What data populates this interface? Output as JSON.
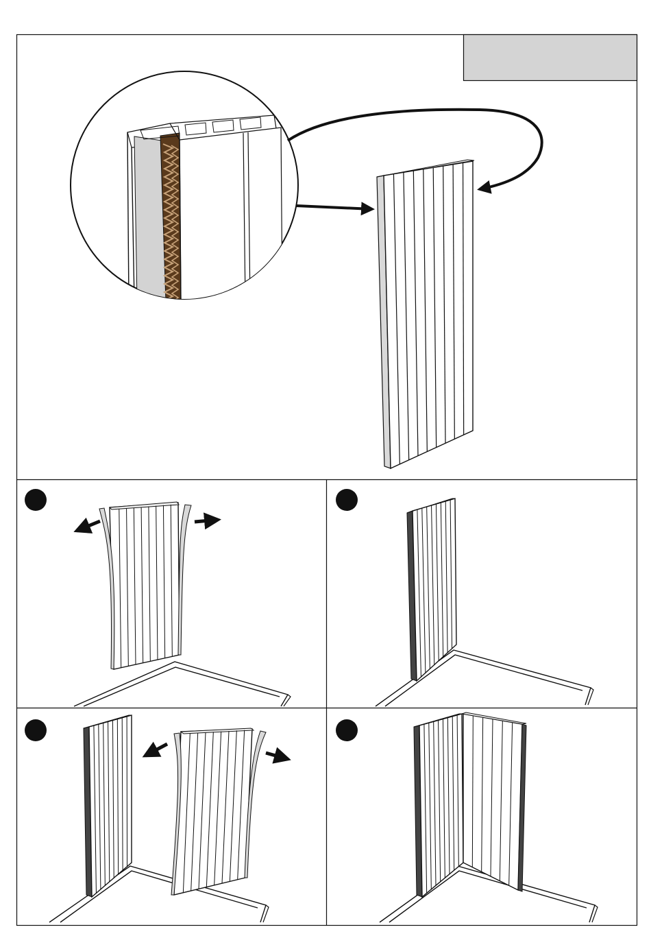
{
  "page": {
    "title_box_text": "",
    "colors": {
      "line": "#111111",
      "label_box": "#d4d4d4",
      "panel_edge_fill": "#cfcfcf",
      "cardboard": "#5a3a1c",
      "cardboard_light": "#c8a37a",
      "step_badge": "#111111"
    }
  },
  "main_figure": {
    "name": "panel-with-cardboard-protection",
    "callout": "cardboard-edge-zoom-detail"
  },
  "steps": [
    {
      "number": "",
      "icon": "remove-protective-strips"
    },
    {
      "number": "",
      "icon": "panel-placed-in-corner"
    },
    {
      "number": "",
      "icon": "second-panel-remove-strips"
    },
    {
      "number": "",
      "icon": "two-panels-joined-corner"
    }
  ]
}
